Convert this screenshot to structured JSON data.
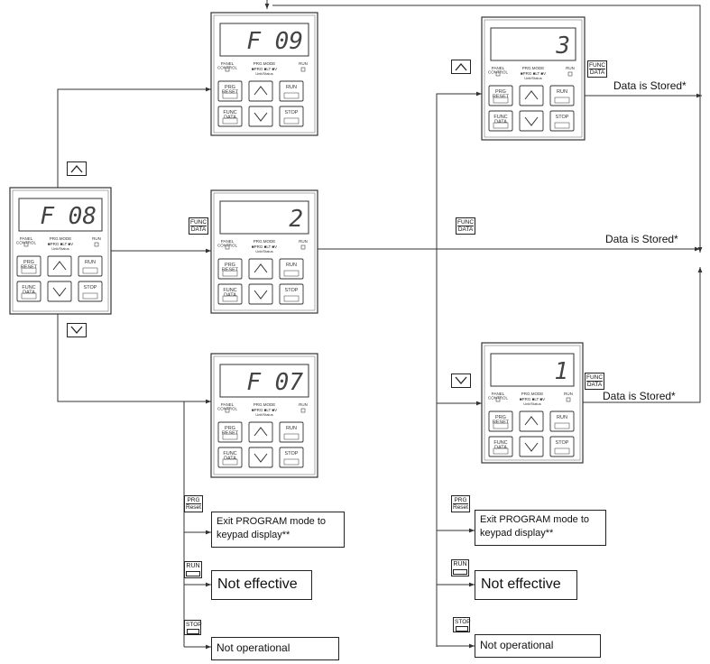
{
  "keypads": [
    {
      "id": "kp-left",
      "display": "F 08",
      "panel_control": "PANEL\nCONTROL",
      "prg_mode": "PRG.MODE",
      "run_label": "RUN",
      "modes": "■PRG ■LT ■V",
      "unit": "Unit/Status",
      "prg_key": "PRG\nRESET",
      "func_key": "FUNC\nDATA",
      "run_key": "RUN",
      "stop_key": "STOP"
    },
    {
      "id": "kp-top",
      "display": "F 09",
      "panel_control": "PANEL\nCONTROL",
      "prg_mode": "PRG.MODE",
      "run_label": "RUN",
      "modes": "■PRG ■LT ■V",
      "unit": "Unit/Status",
      "prg_key": "PRG\nRESET",
      "func_key": "FUNC\nDATA",
      "run_key": "RUN",
      "stop_key": "STOP"
    },
    {
      "id": "kp-mid",
      "display": "2",
      "panel_control": "PANEL\nCONTROL",
      "prg_mode": "PRG.MODE",
      "run_label": "RUN",
      "modes": "■PRG ■LT ■V",
      "unit": "Unit/Status",
      "prg_key": "PRG\nRESET",
      "func_key": "FUNC\nDATA",
      "run_key": "RUN",
      "stop_key": "STOP"
    },
    {
      "id": "kp-bot",
      "display": "F 07",
      "panel_control": "PANEL\nCONTROL",
      "prg_mode": "PRG.MODE",
      "run_label": "RUN",
      "modes": "■PRG ■LT ■V",
      "unit": "Unit/Status",
      "prg_key": "PRG\nRESET",
      "func_key": "FUNC\nDATA",
      "run_key": "RUN",
      "stop_key": "STOP"
    },
    {
      "id": "kp-rtop",
      "display": "3",
      "panel_control": "PANEL\nCONTROL",
      "prg_mode": "PRG.MODE",
      "run_label": "RUN",
      "modes": "■PRG ■LT ■V",
      "unit": "Unit/Status",
      "prg_key": "PRG\nRESET",
      "func_key": "FUNC\nDATA",
      "run_key": "RUN",
      "stop_key": "STOP"
    },
    {
      "id": "kp-rbot",
      "display": "1",
      "panel_control": "PANEL\nCONTROL",
      "prg_mode": "PRG.MODE",
      "run_label": "RUN",
      "modes": "■PRG ■LT ■V",
      "unit": "Unit/Status",
      "prg_key": "PRG\nRESET",
      "func_key": "FUNC\nDATA",
      "run_key": "RUN",
      "stop_key": "STOP"
    }
  ],
  "key_labels": {
    "func": "FUNC",
    "data": "DATA",
    "prg": "PRG",
    "reset": "Reset",
    "run": "RUN",
    "stop": "STOP"
  },
  "results": {
    "data_stored_1": "Data is Stored*",
    "data_stored_2": "Data is Stored*",
    "data_stored_3": "Data is Stored*",
    "exit_program_left": "Exit PROGRAM mode to keypad display**",
    "exit_program_right": "Exit PROGRAM mode to keypad display**",
    "not_effective_left": "Not effective",
    "not_effective_right": "Not effective",
    "not_operational_left": "Not operational",
    "not_operational_right": "Not operational"
  },
  "icons": {
    "up_key": "up-arrow-key-icon",
    "down_key": "down-arrow-key-icon",
    "arrowhead": "arrowhead-icon"
  }
}
